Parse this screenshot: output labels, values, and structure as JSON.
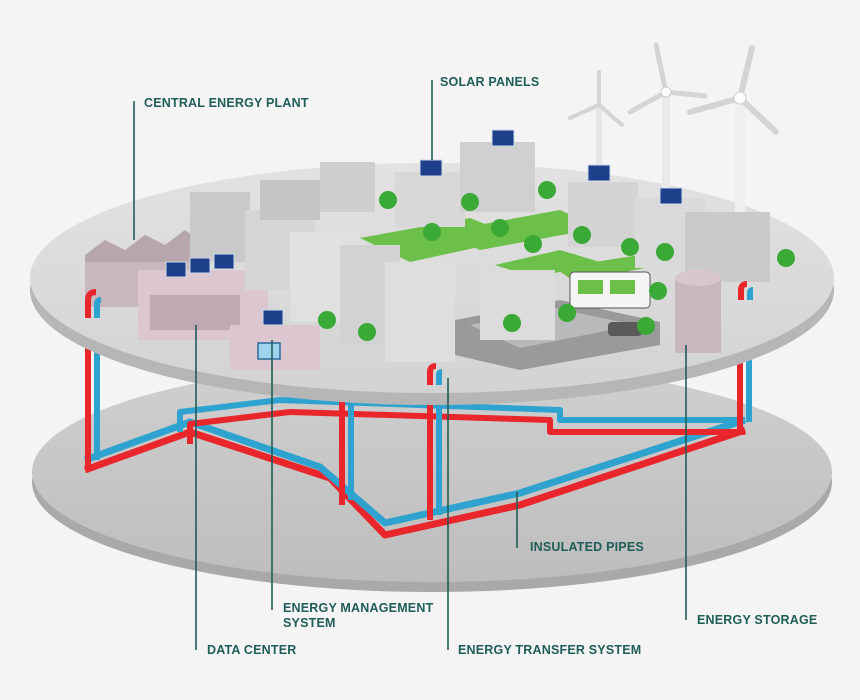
{
  "labels": {
    "central_energy_plant": "CENTRAL ENERGY PLANT",
    "solar_panels": "SOLAR PANELS",
    "insulated_pipes": "INSULATED PIPES",
    "energy_management_system_line1": "ENERGY MANAGEMENT",
    "energy_management_system_line2": "SYSTEM",
    "energy_storage": "ENERGY STORAGE",
    "data_center": "DATA CENTER",
    "energy_transfer_system": "ENERGY TRANSFER SYSTEM"
  },
  "colors": {
    "label_text": "#1f5d57",
    "leader_line": "#1f5d57",
    "hot_pipe": "#e8262b",
    "cold_pipe": "#2fa3cf",
    "platform": "#dcdcdc",
    "grass": "#6cc04a",
    "road": "#9a9a9a",
    "building": "#d9d9d9",
    "solar": "#1e3f8a"
  }
}
